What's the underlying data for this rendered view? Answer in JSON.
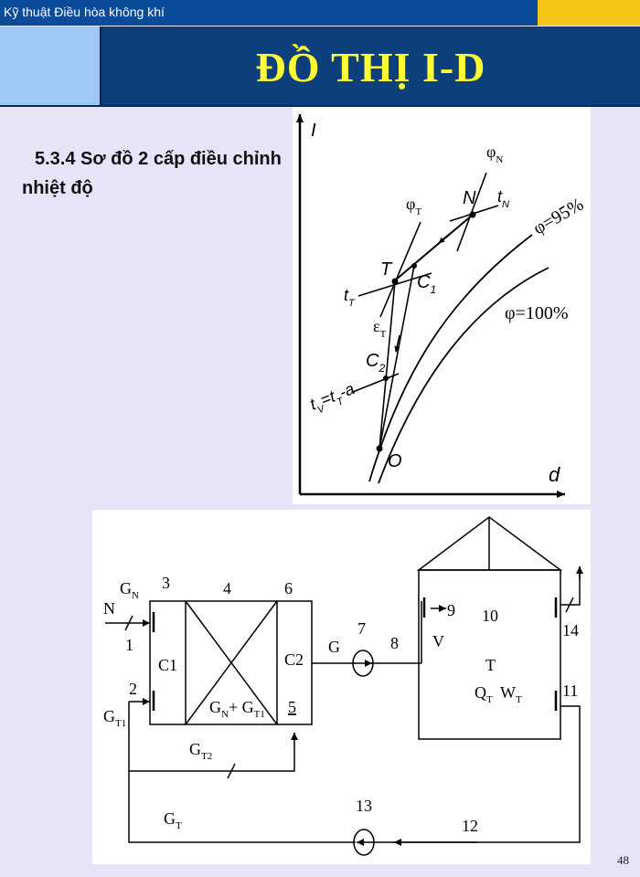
{
  "header": {
    "course": "Kỹ thuật Điều hòa  không khí",
    "title": "ĐỒ THỊ I-D"
  },
  "colors": {
    "header_bar": "#0b4c9a",
    "title_bar": "#0e3f7d",
    "title_text": "#ffff33",
    "accent": "#f5c518",
    "left_block": "#9ec9f5",
    "background": "#e8e4f8"
  },
  "section": {
    "line1": "5.3.4 Sơ đồ 2 cấp điều chỉnh",
    "line2": "nhiệt độ"
  },
  "chart": {
    "axis_i": "I",
    "axis_d": "d",
    "curve_95": "φ=95%",
    "curve_100": "φ=100%",
    "phi_n": "φ",
    "phi_n_sub": "N",
    "phi_t": "φ",
    "phi_t_sub": "T",
    "point_n": "N",
    "t_n": "t",
    "t_n_sub": "N",
    "point_t": "T",
    "point_c1": "C",
    "point_c1_sub": "1",
    "t_t": "t",
    "t_t_sub": "T",
    "eps_t": "ε",
    "eps_t_sub": "T",
    "point_c2": "C",
    "point_c2_sub": "2",
    "t_v_a": "t",
    "t_v_sub": "V",
    "t_v_b": "=t",
    "t_v_b_sub": "T",
    "t_v_c": "-a",
    "point_o": "O"
  },
  "schema": {
    "n": "N",
    "gn": "G",
    "gn_sub": "N",
    "n1": "1",
    "n2": "2",
    "n3": "3",
    "n4": "4",
    "n5": "5",
    "n6": "6",
    "n7": "7",
    "n8": "8",
    "n9": "9",
    "n10": "10",
    "n11": "11",
    "n12": "12",
    "n13": "13",
    "n14": "14",
    "c1": "C1",
    "c2": "C2",
    "mix_a": "G",
    "mix_a_sub": "N",
    "mix_plus": "+ G",
    "mix_b_sub": "T1",
    "g": "G",
    "v": "V",
    "t": "T",
    "qt": "Q",
    "qt_sub": "T",
    "wt": "W",
    "wt_sub": "T",
    "gt1": "G",
    "gt1_sub": "T1",
    "gt2": "G",
    "gt2_sub": "T2",
    "gt": "G",
    "gt_sub": "T"
  },
  "page": {
    "number": "48"
  }
}
